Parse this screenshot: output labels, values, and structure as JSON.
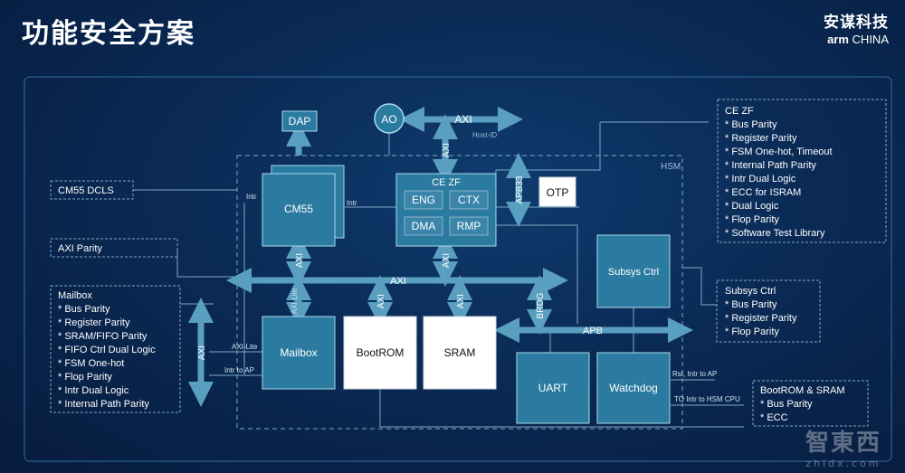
{
  "page": {
    "title": "功能安全方案",
    "logo_cn": "安谋科技",
    "logo_arm": "arm",
    "logo_china": "CHINA",
    "watermark_cn": "智東西",
    "watermark_en": "zhidx.com"
  },
  "colors": {
    "block_fill": "#2b7aa0",
    "block_stroke": "#a8dceb",
    "arrow": "#5a9fc0",
    "white_block": "#ffffff"
  },
  "diagram": {
    "hsm_label": "HSM",
    "dap": "DAP",
    "ao": "AO",
    "axi_top": "AXI",
    "host_id": "Host-ID",
    "apb33": "APB33",
    "otp": "OTP",
    "cm55": "CM55",
    "intr_left": "Intr",
    "intr_right": "Intr",
    "ce_zf_title": "CE ZF",
    "eng": "ENG",
    "ctx": "CTX",
    "dma": "DMA",
    "rmp": "RMP",
    "axi_cm55": "AXI",
    "axi_ce": "AXI",
    "axi_bus": "AXI",
    "axi_lite_v": "AXI-Lite",
    "axi_bootrom": "AXI",
    "axi_sram": "AXI",
    "brdg": "BRDG",
    "apb": "APB",
    "subsys_ctrl": "Subsys Ctrl",
    "mailbox": "Mailbox",
    "bootrom": "BootROM",
    "sram": "SRAM",
    "uart": "UART",
    "watchdog": "Watchdog",
    "axi_lite_h": "AXI-Lite",
    "intr_to_ap": "Intr to AP",
    "axi_left": "AXI",
    "rst_intr_to_ap": "Rst, Intr to AP",
    "to_intr_to_hsm": "TO Intr to HSM CPU"
  },
  "callouts": {
    "ce_zf": {
      "title": "CE ZF",
      "items": [
        "* Bus Parity",
        "* Register Parity",
        "* FSM One-hot, Timeout",
        "* Internal Path Parity",
        "* Intr Dual Logic",
        "* ECC for ISRAM",
        "* Dual Logic",
        "* Flop Parity",
        "* Software Test Library"
      ]
    },
    "cm55_dcls": "CM55 DCLS",
    "axi_parity": "AXI Parity",
    "mailbox": {
      "title": "Mailbox",
      "items": [
        "* Bus Parity",
        "* Register Parity",
        "* SRAM/FIFO Parity",
        "* FIFO Ctrl Dual Logic",
        "* FSM One-hot",
        "* Flop Parity",
        "* Intr Dual Logic",
        "* Internal Path Parity"
      ]
    },
    "subsys_ctrl": {
      "title": "Subsys Ctrl",
      "items": [
        "* Bus Parity",
        "* Register Parity",
        "* Flop Parity"
      ]
    },
    "bootrom_sram": {
      "title": "BootROM & SRAM",
      "items": [
        "* Bus Parity",
        "* ECC"
      ]
    }
  }
}
